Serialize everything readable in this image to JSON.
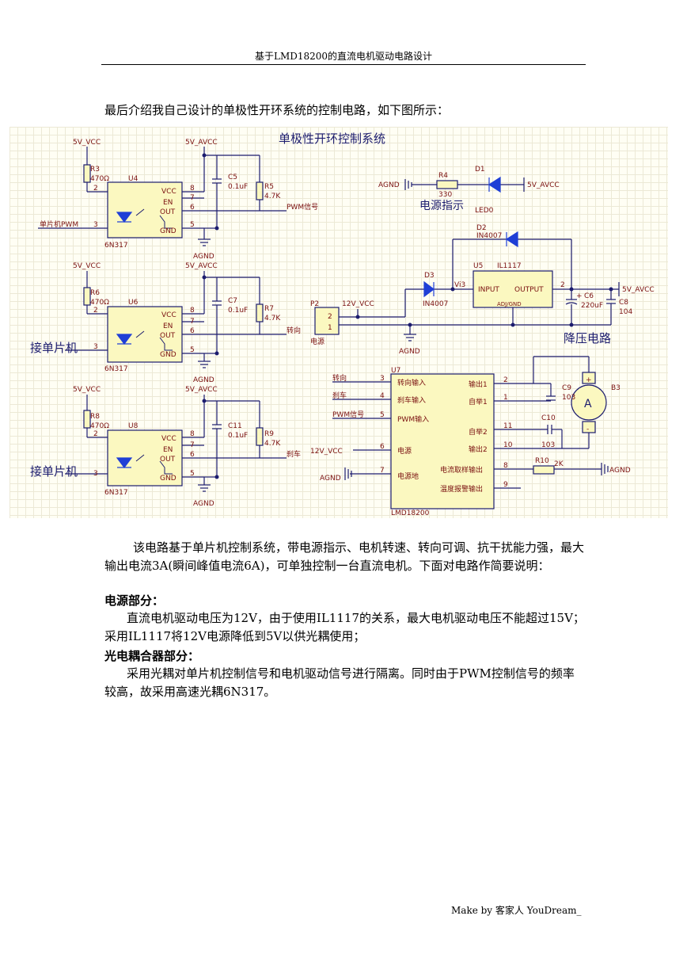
{
  "header": {
    "title": "基于LMD18200的直流电机驱动电路设计"
  },
  "intro": "最后介绍我自己设计的单极性开环系统的控制电路，如下图所示：",
  "schematic": {
    "title": "单极性开环控制系统",
    "labels": {
      "v5vcc": "5V_VCC",
      "v5avcc": "5V_AVCC",
      "agnd": "AGND",
      "v12vcc": "12V_VCC",
      "r3": "R3",
      "r3v": "470Ω",
      "r5": "R5",
      "r5v": "4.7K",
      "r6": "R6",
      "r6v": "470Ω",
      "r7": "R7",
      "r7v": "4.7K",
      "r8": "R8",
      "r8v": "470Ω",
      "r9": "R9",
      "r9v": "4.7K",
      "c5": "C5",
      "c5v": "0.1uF",
      "c7": "C7",
      "c7v": "0.1uF",
      "c11": "C11",
      "c11v": "0.1uF",
      "u4": "U4",
      "u6": "U6",
      "u8": "U8",
      "opto": "6N317",
      "vcc": "VCC",
      "en": "EN",
      "out": "OUT",
      "gnd": "GND",
      "p2": "2",
      "p3": "3",
      "p5": "5",
      "p6": "6",
      "p7": "7",
      "p8": "8",
      "in_pwm": "单片机PWM",
      "in_mcu": "接单片机",
      "pwm_sig": "PWM信号",
      "dir": "转向",
      "brake": "刹车",
      "r4": "R4",
      "r4v": "330",
      "d1": "D1",
      "led": "LED0",
      "power_ind": "电源指示",
      "d2": "D2",
      "d2v": "IN4007",
      "d3": "D3",
      "d3v": "IN4007",
      "u5": "U5",
      "u5v": "IL1117",
      "input": "INPUT",
      "output": "OUTPUT",
      "adj": "ADJ/GND",
      "vi3": "Vi3",
      "c6": "C6",
      "c6v": "220uF",
      "c8": "C8",
      "c8v": "104",
      "p2conn": "P2",
      "power": "电源",
      "step_down": "降压电路",
      "u7": "U7",
      "lmd": "LMD18200",
      "u7_dir": "转向输入",
      "u7_brake": "刹车输入",
      "u7_pwm": "PWM输入",
      "u7_pwr": "电源",
      "u7_gnd": "电源地",
      "u7_out1": "输出1",
      "u7_boot1": "自举1",
      "u7_boot2": "自举2",
      "u7_out2": "输出2",
      "u7_isense": "电流取样输出",
      "u7_temp": "温度报警输出",
      "c9": "C9",
      "c9v": "103",
      "c10": "C10",
      "c10v": "103",
      "r10": "R10",
      "r10v": "2K",
      "b3": "B3",
      "motor": "A",
      "n1": "1",
      "n2": "2",
      "n3": "3",
      "n4": "4",
      "n5": "5",
      "n6": "6",
      "n7": "7",
      "n8": "8",
      "n9": "9",
      "n10": "10",
      "n11": "11",
      "plus": "+",
      "minus": "-"
    },
    "colors": {
      "wire": "#1c1c6e",
      "diode": "#1f3fd6",
      "component": "#fbf8c0",
      "label": "#7a1010"
    }
  },
  "paragraph1": "该电路基于单片机控制系统，带电源指示、电机转速、转向可调、抗干扰能力强，最大输出电流3A(瞬间峰值电流6A)，可单独控制一台直流电机。下面对电路作简要说明：",
  "heading_power": "电源部分：",
  "paragraph2": "直流电机驱动电压为12V，由于使用IL1117的关系，最大电机驱动电压不能超过15V；采用IL1117将12V电源降低到5V以供光耦使用；",
  "heading_opto": "光电耦合器部分：",
  "paragraph3": "采用光耦对单片机控制信号和电机驱动信号进行隔离。同时由于PWM控制信号的频率较高，故采用高速光耦6N317。",
  "footer": "Make by 客家人 YouDream_"
}
